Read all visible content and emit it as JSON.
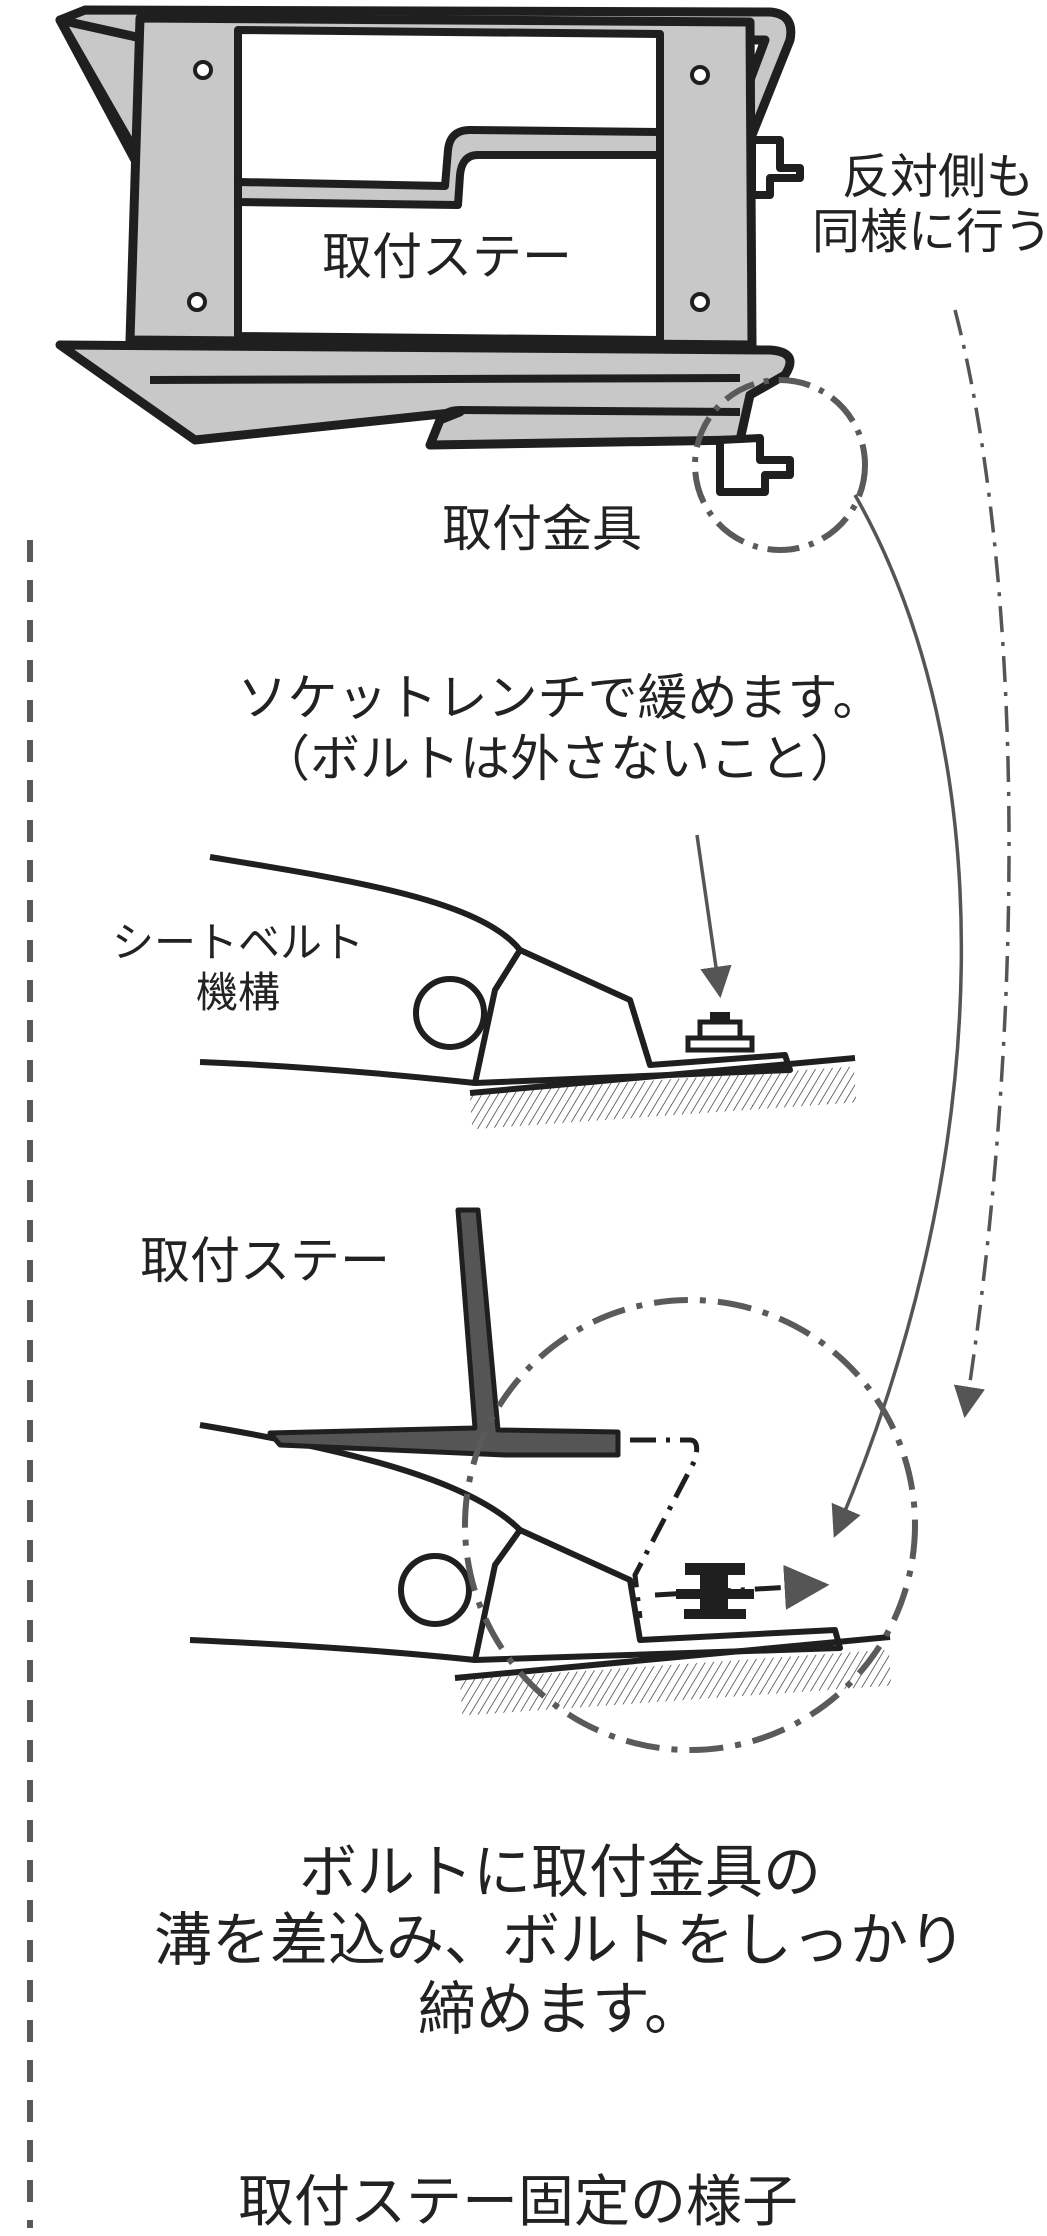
{
  "labels": {
    "stay_top": "取付ステー",
    "bracket": "取付金具",
    "other_side_line1": "反対側も",
    "other_side_line2": "同様に行う",
    "loosen_line1": "ソケットレンチで緩めます。",
    "loosen_line2": "（ボルトは外さないこと）",
    "seatbelt_line1": "シートベルト",
    "seatbelt_line2": "機構",
    "stay_mid": "取付ステー",
    "insert_line1": "ボルトに取付金具の",
    "insert_line2": "溝を差込み、ボルトをしっかり",
    "insert_line3": "締めます。",
    "caption": "取付ステー固定の様子"
  },
  "colors": {
    "line": "#1f1f1f",
    "stay_fill": "#c8c8c8",
    "stay_dark": "#555555",
    "arrow": "#555555",
    "dash": "#5a5a5a"
  }
}
